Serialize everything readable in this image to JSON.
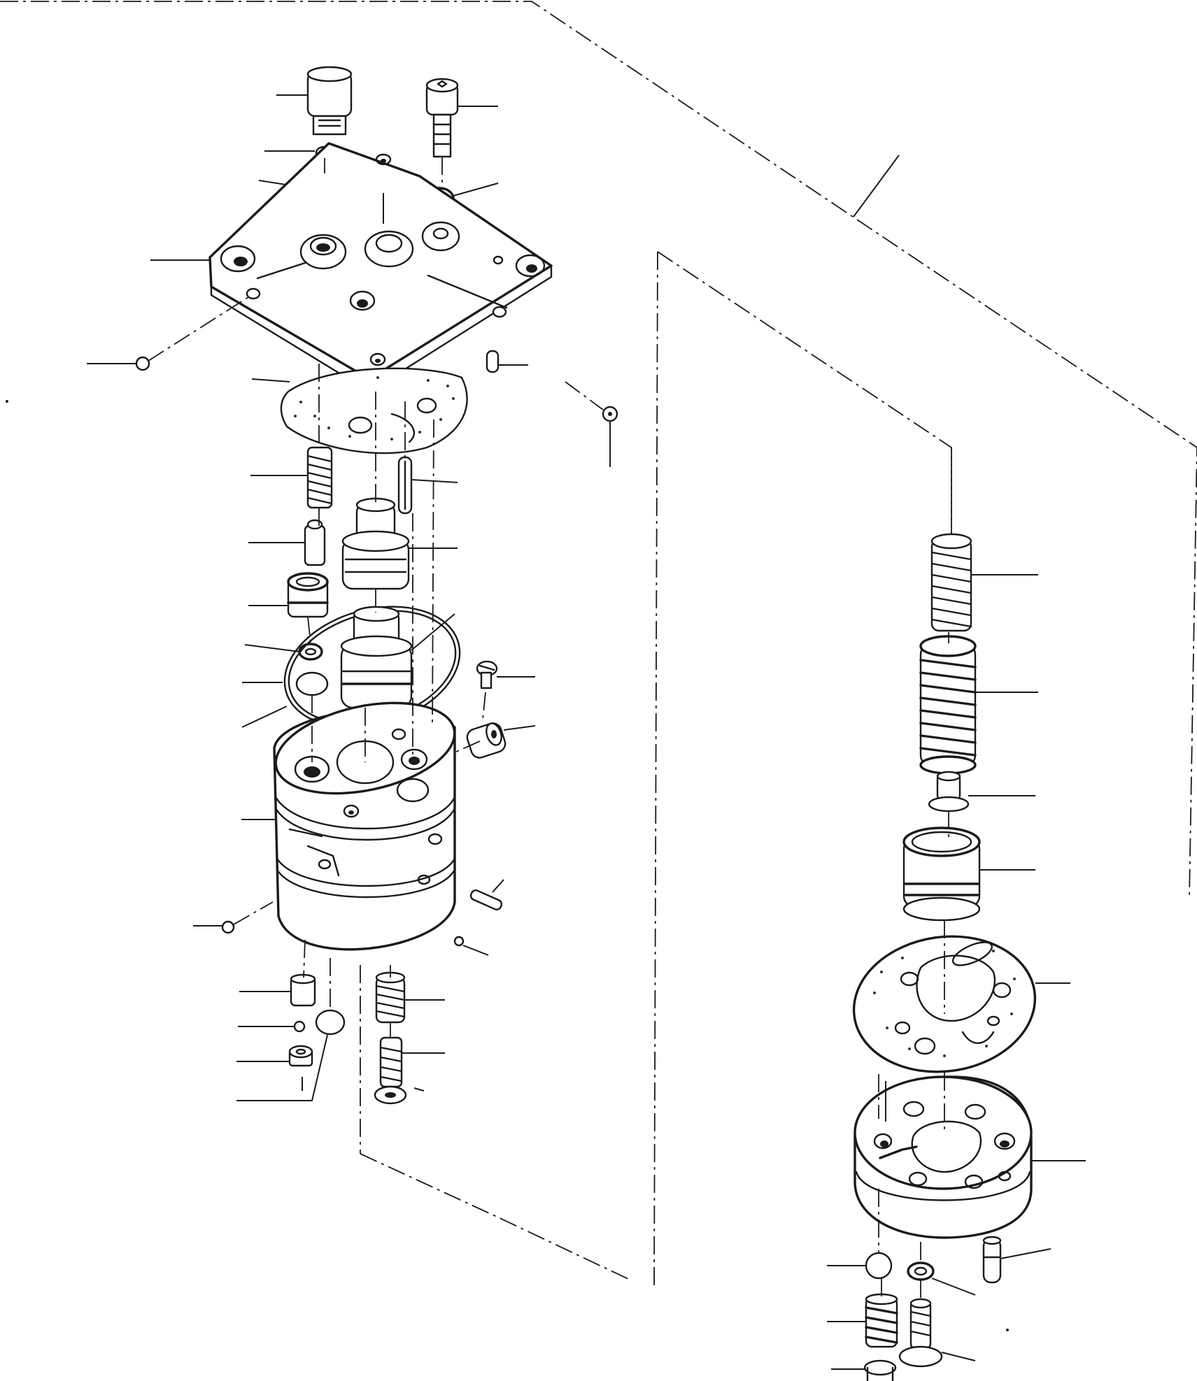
{
  "figure": {
    "kind": "exploded-parts-drawing",
    "ink_color": "#1a1a1a",
    "background": "#ffffff",
    "left_assembly": {
      "parts": [
        "plug-cap",
        "small-washer",
        "sealing-ring",
        "cover-plate",
        "ball",
        "gasket",
        "spring",
        "plunger",
        "valve-seat-ring",
        "small-o-ring",
        "large-o-ring",
        "body-housing",
        "ball",
        "cup-plug",
        "small-ball",
        "disc-plug",
        "seat-washer",
        "cap-screw",
        "lock-washer",
        "dowel-pin",
        "ball",
        "long-pin",
        "spool-sleeve",
        "piston",
        "slotted-screw",
        "sleeve-nut",
        "roll-pin",
        "small-ball",
        "coil-spring",
        "adjust-screw"
      ]
    },
    "right_assembly": {
      "parts": [
        "inner-spring",
        "outer-spring",
        "spring-seat",
        "retainer-cup",
        "gasket-plate",
        "valve-plate",
        "pin",
        "ball",
        "o-ring",
        "spring",
        "screw",
        "seat"
      ]
    }
  }
}
